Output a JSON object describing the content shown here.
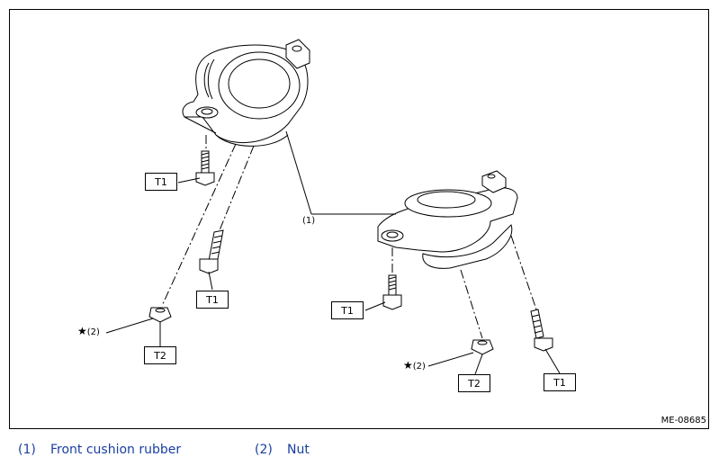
{
  "figure_id": "ME-08685",
  "callouts": {
    "front_cushion_rubber": "(1)",
    "nut_left": "(2)",
    "nut_right": "(2)",
    "star": "★"
  },
  "torque_labels": {
    "t1_upper_left": "T1",
    "t1_lower_left": "T1",
    "t2_left": "T2",
    "t1_middle": "T1",
    "t2_right": "T2",
    "t1_right": "T1"
  },
  "legend": {
    "item1_num": "(1)",
    "item1_text": "Front cushion rubber",
    "item2_num": "(2)",
    "item2_text": "Nut"
  }
}
